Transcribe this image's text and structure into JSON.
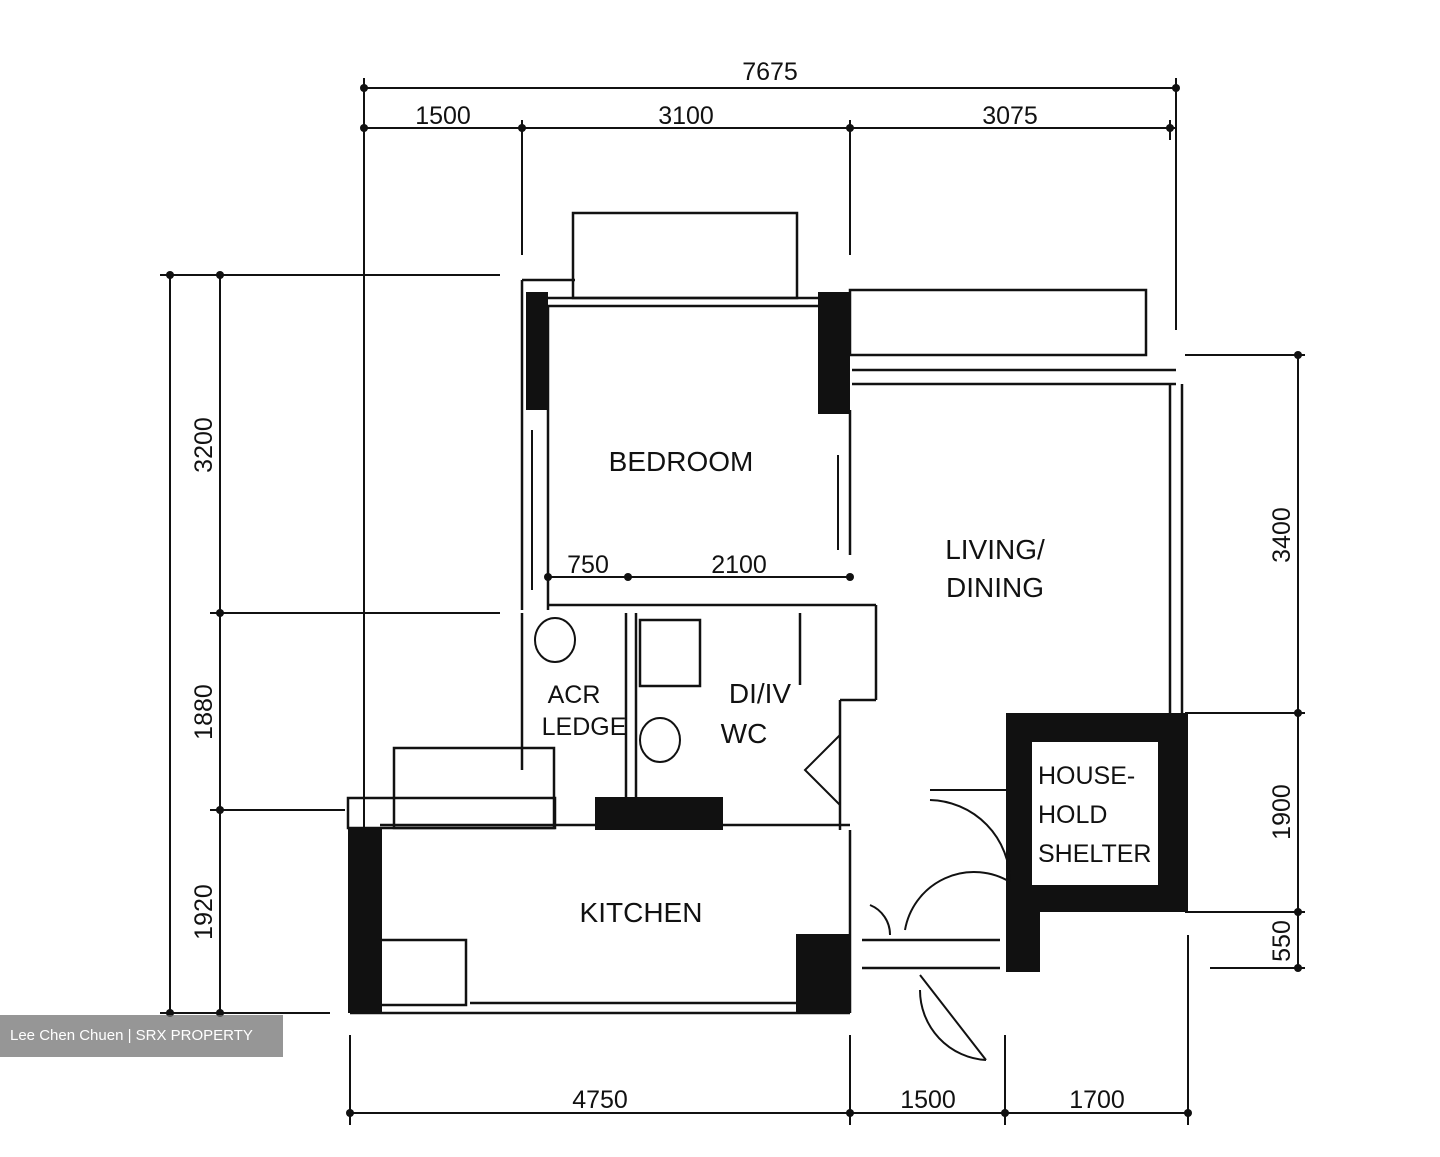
{
  "dimensions": {
    "top_total": "7675",
    "top_1": "1500",
    "top_2": "3100",
    "top_3": "3075",
    "left_1": "3200",
    "left_2": "1880",
    "left_3": "1920",
    "right_1": "3400",
    "right_2": "1900",
    "right_3": "550",
    "bottom_1": "4750",
    "bottom_2": "1500",
    "bottom_3": "1700",
    "bedroom_inner_1": "750",
    "bedroom_inner_2": "2100"
  },
  "rooms": {
    "bedroom": "BEDROOM",
    "living_line1": "LIVING/",
    "living_line2": "DINING",
    "acr_line1": "ACR",
    "acr_line2": "LEDGE",
    "wc_line1": "DI/IV",
    "wc_line2": "WC",
    "shelter_line1": "HOUSE-",
    "shelter_line2": "HOLD",
    "shelter_line3": "SHELTER",
    "kitchen": "KITCHEN"
  },
  "credit": "Lee Chen Chuen | SRX PROPERTY"
}
